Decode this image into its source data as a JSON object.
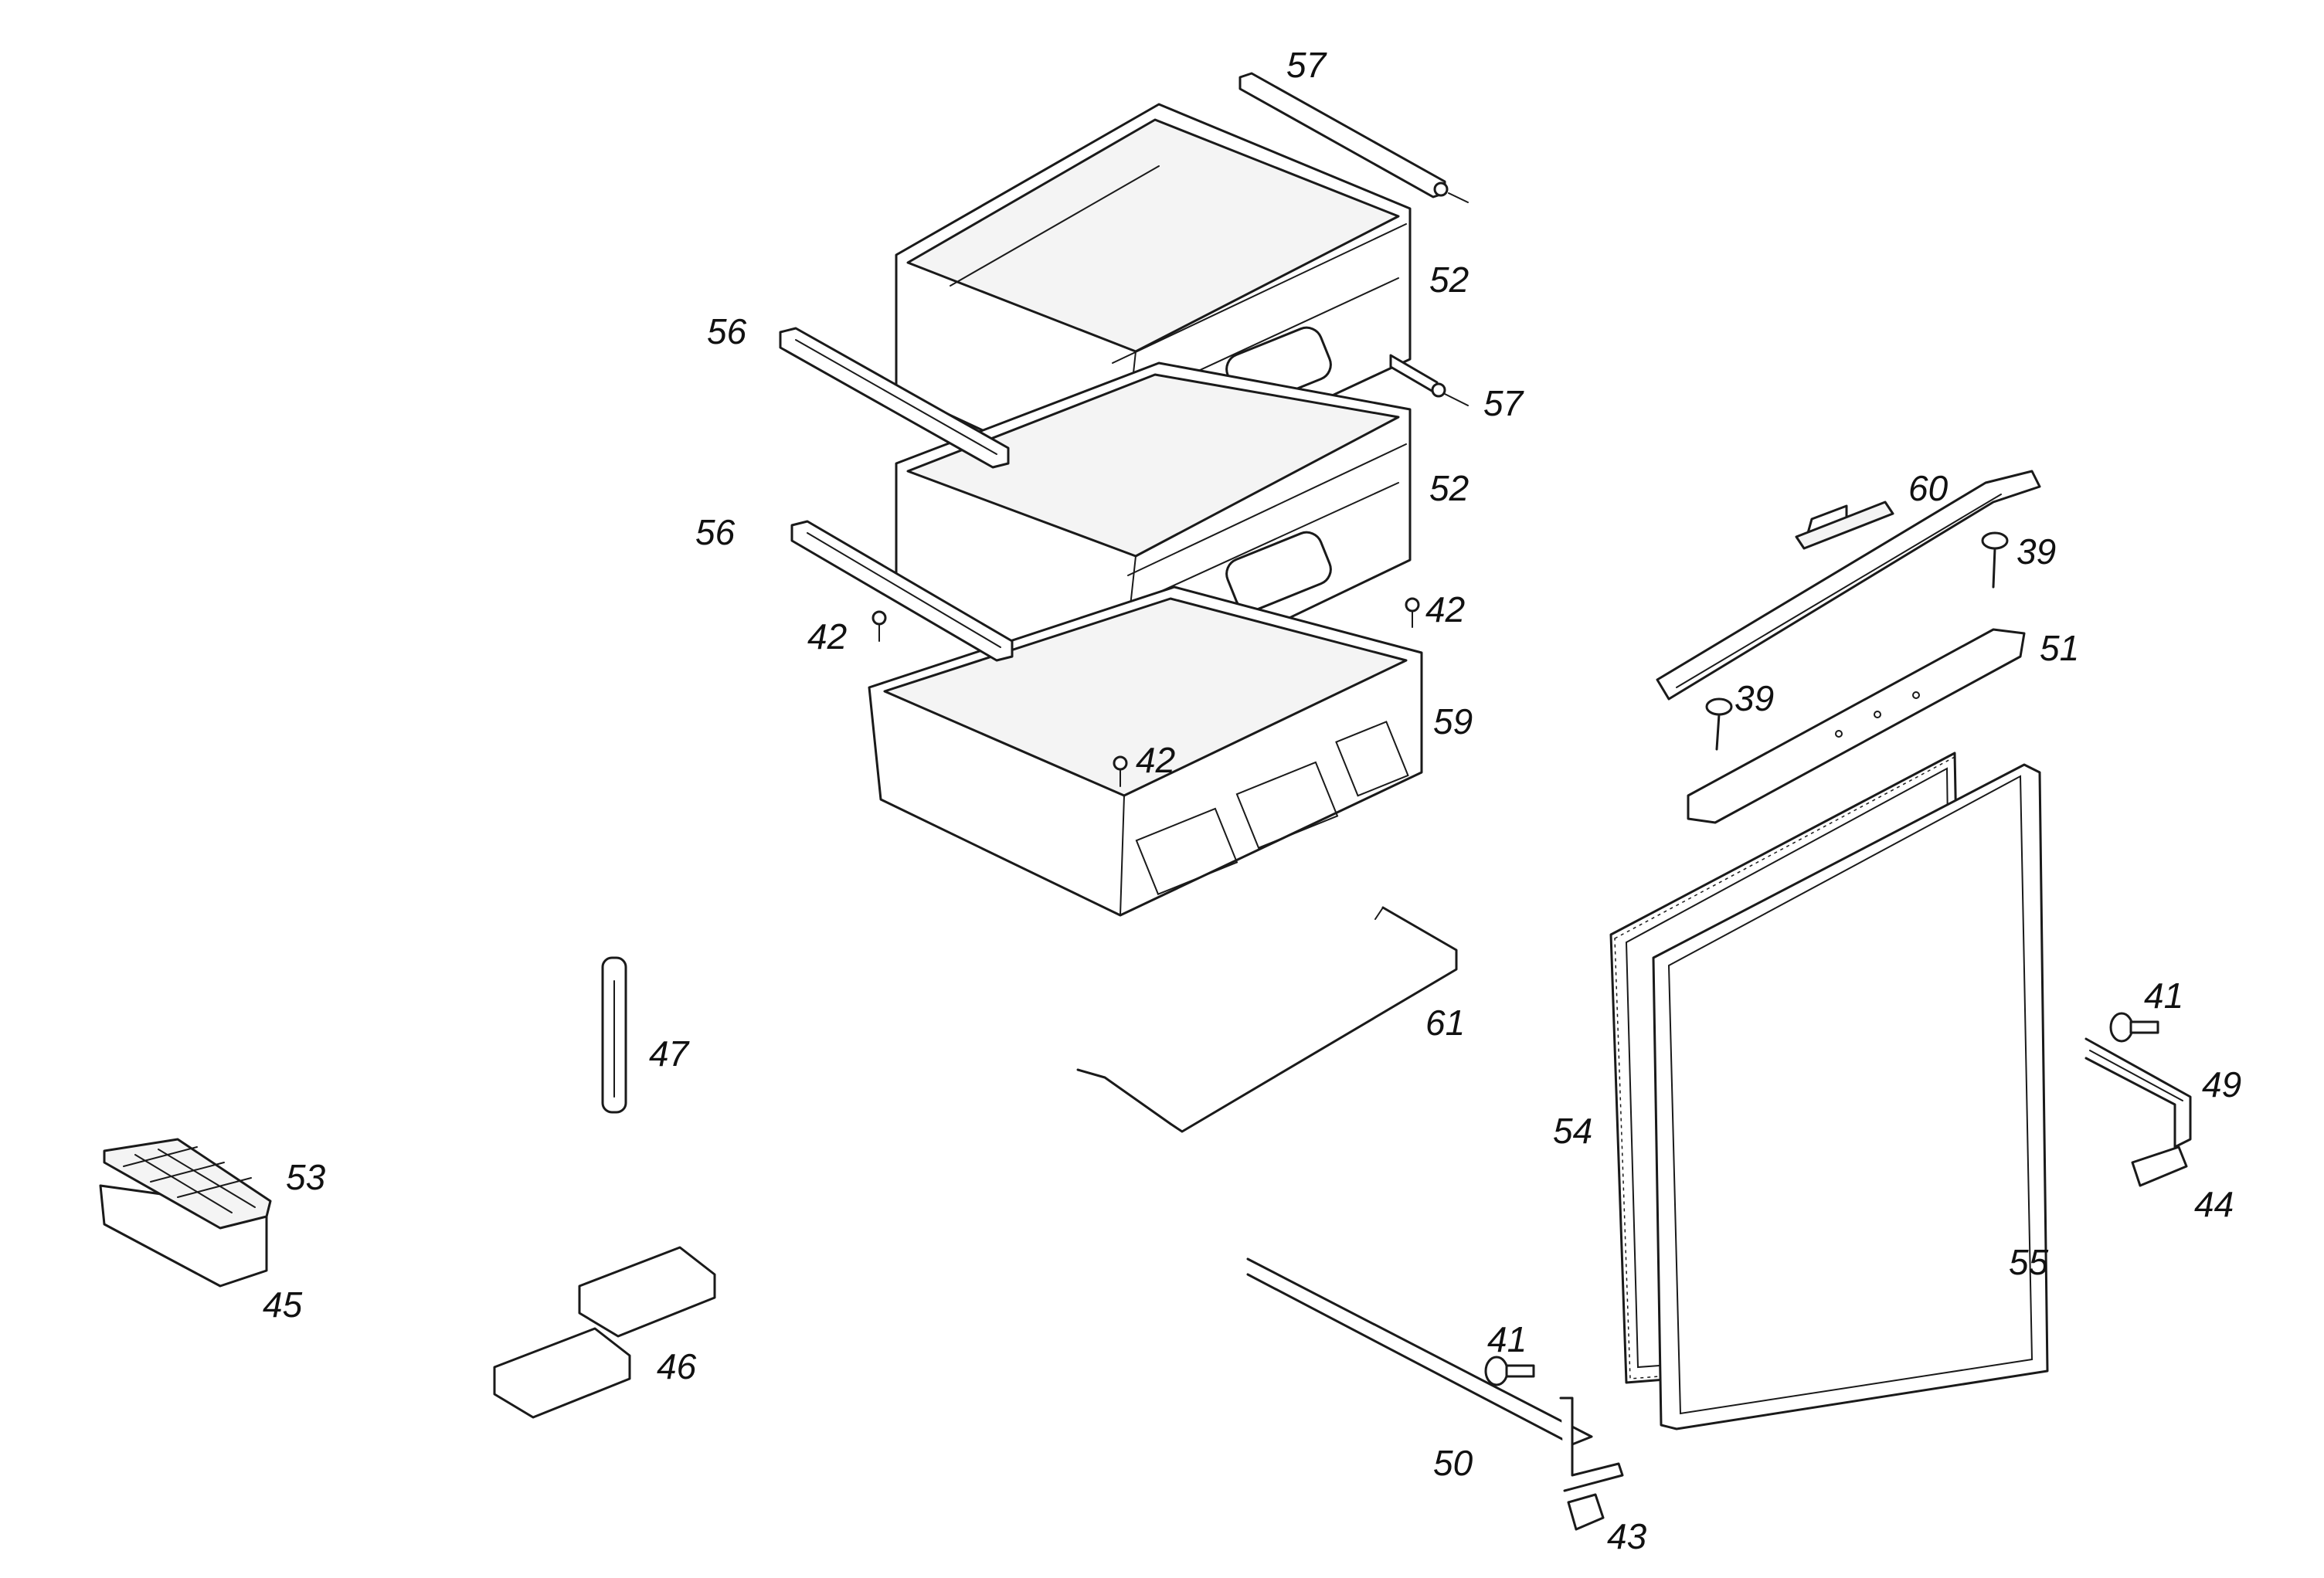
{
  "diagram": {
    "labels": {
      "p57a": "57",
      "p57b": "57",
      "p52a": "52",
      "p52b": "52",
      "p56a": "56",
      "p56b": "56",
      "p60": "60",
      "p39a": "39",
      "p39b": "39",
      "p42a": "42",
      "p42b": "42",
      "p42c": "42",
      "p51": "51",
      "p59": "59",
      "p61": "61",
      "p47": "47",
      "p41a": "41",
      "p41b": "41",
      "p49": "49",
      "p54": "54",
      "p44": "44",
      "p53": "53",
      "p45": "45",
      "p55": "55",
      "p46": "46",
      "p50": "50",
      "p43": "43"
    }
  }
}
